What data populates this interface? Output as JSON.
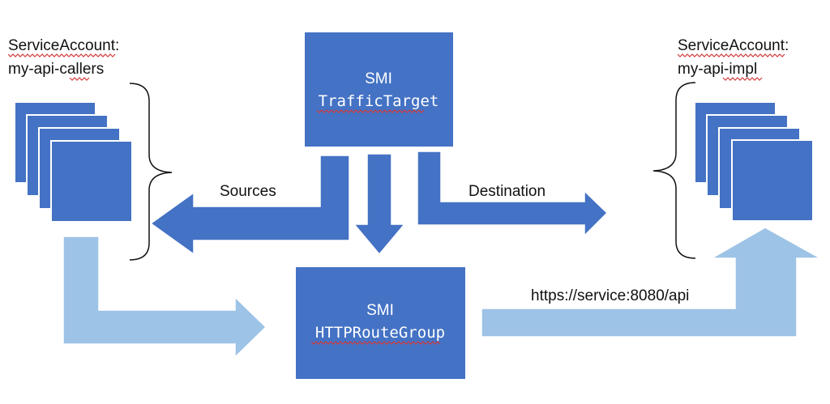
{
  "colors": {
    "box": "#4472c4",
    "arrow_dark": "#4472c4",
    "arrow_light": "#9dc3e6",
    "text": "#111111",
    "box_text": "#ffffff"
  },
  "left_group": {
    "label_line1": "ServiceAccount:",
    "label_line2": "my-api-callers"
  },
  "right_group": {
    "label_line1": "ServiceAccount:",
    "label_line2": "my-api-impl"
  },
  "traffic_target": {
    "title": "SMI",
    "name": "TrafficTarget"
  },
  "route_group": {
    "title": "SMI",
    "name": "HTTPRouteGroup"
  },
  "edges": {
    "sources_label": "Sources",
    "destination_label": "Destination",
    "url_label": "https://service:8080/api"
  }
}
